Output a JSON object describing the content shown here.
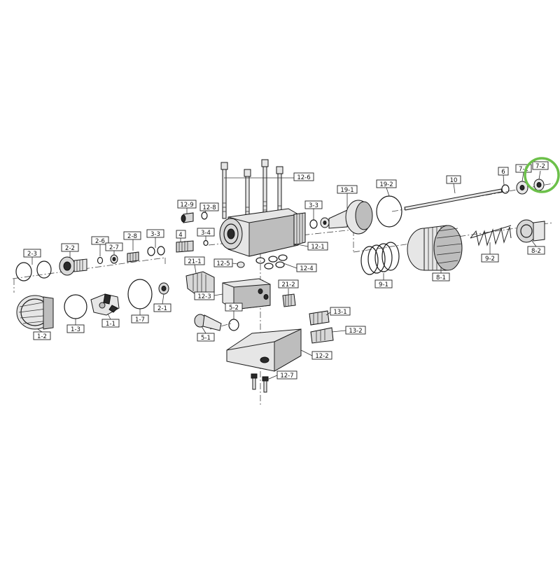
{
  "diagram": {
    "labels": [
      {
        "id": "2-3",
        "text": "2-3"
      },
      {
        "id": "2-2",
        "text": "2-2"
      },
      {
        "id": "2-6",
        "text": "2-6"
      },
      {
        "id": "2-7",
        "text": "2-7"
      },
      {
        "id": "2-8",
        "text": "2-8"
      },
      {
        "id": "3-3a",
        "text": "3-3"
      },
      {
        "id": "4",
        "text": "4"
      },
      {
        "id": "3-4",
        "text": "3-4"
      },
      {
        "id": "12-9",
        "text": "12-9"
      },
      {
        "id": "12-8",
        "text": "12-8"
      },
      {
        "id": "12-6",
        "text": "12-6"
      },
      {
        "id": "3-3b",
        "text": "3-3"
      },
      {
        "id": "19-1",
        "text": "19-1"
      },
      {
        "id": "19-2",
        "text": "19-2"
      },
      {
        "id": "10",
        "text": "10"
      },
      {
        "id": "6",
        "text": "6"
      },
      {
        "id": "7-1",
        "text": "7-1"
      },
      {
        "id": "7-2",
        "text": "7-2"
      },
      {
        "id": "12-1",
        "text": "12-1"
      },
      {
        "id": "12-5",
        "text": "12-5"
      },
      {
        "id": "12-4",
        "text": "12-4"
      },
      {
        "id": "21-1",
        "text": "21-1"
      },
      {
        "id": "21-2",
        "text": "21-2"
      },
      {
        "id": "12-3",
        "text": "12-3"
      },
      {
        "id": "5-2",
        "text": "5-2"
      },
      {
        "id": "5-1",
        "text": "5-1"
      },
      {
        "id": "13-1",
        "text": "13-1"
      },
      {
        "id": "13-2",
        "text": "13-2"
      },
      {
        "id": "12-2",
        "text": "12-2"
      },
      {
        "id": "12-7",
        "text": "12-7"
      },
      {
        "id": "9-1",
        "text": "9-1"
      },
      {
        "id": "8-1",
        "text": "8-1"
      },
      {
        "id": "9-2",
        "text": "9-2"
      },
      {
        "id": "8-2",
        "text": "8-2"
      },
      {
        "id": "1-2",
        "text": "1-2"
      },
      {
        "id": "1-3",
        "text": "1-3"
      },
      {
        "id": "1-1",
        "text": "1-1"
      },
      {
        "id": "1-7",
        "text": "1-7"
      },
      {
        "id": "2-1",
        "text": "2-1"
      }
    ],
    "highlight_color": "#6cc04a",
    "line_color": "#222222"
  }
}
